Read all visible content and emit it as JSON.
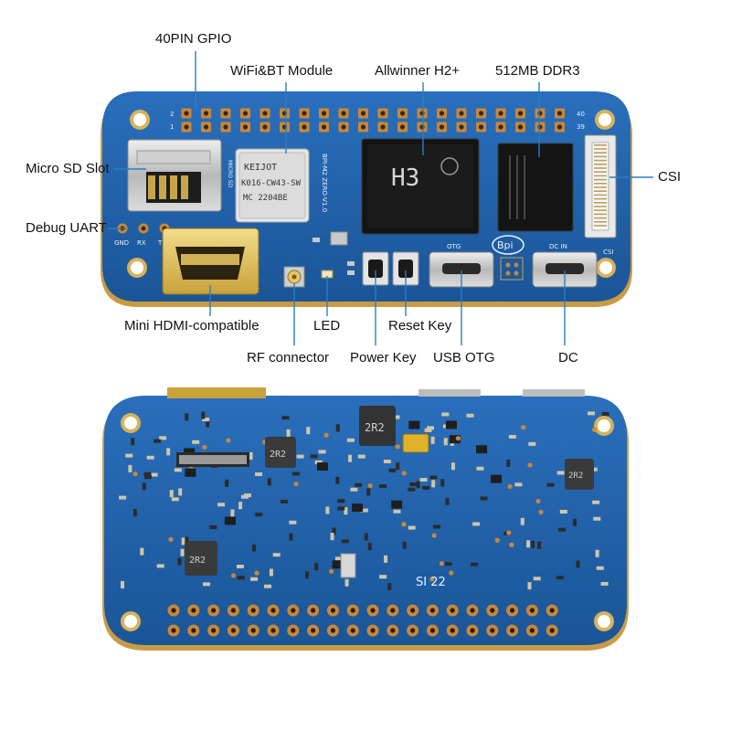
{
  "labels": {
    "gpio": "40PIN GPIO",
    "wifi": "WiFi&BT Module",
    "soc": "Allwinner H2+",
    "ddr": "512MB DDR3",
    "sd": "Micro SD Slot",
    "csi": "CSI",
    "uart": "Debug UART",
    "hdmi": "Mini HDMI-compatible",
    "led": "LED",
    "reset": "Reset Key",
    "rf": "RF connector",
    "power": "Power Key",
    "usb": "USB OTG",
    "dc": "DC"
  },
  "silkscreen": {
    "wifi_line1": "KEIJOT",
    "wifi_line2": "K016-CW43-SW",
    "wifi_line3": "MC 2204BE",
    "soc_marking": "H3",
    "logo": "Bpi",
    "board_name": "BPI-M2 ZERO-V1.0",
    "pin_2": "2",
    "pin_1": "1",
    "pin_40": "40",
    "pin_39": "39",
    "gnd": "GND",
    "rx": "RX",
    "tx": "TX",
    "otg": "OTG",
    "dcin": "DC IN",
    "csi_silk": "CSI",
    "micro_sd_silk": "MICRO SD",
    "inductor": "2R2",
    "back_code": "SI 22"
  },
  "colors": {
    "pcb": "#1e5fa8",
    "pcb_edge": "#d4a64a",
    "pad": "#c8883a",
    "leader": "#2a7fc0"
  }
}
